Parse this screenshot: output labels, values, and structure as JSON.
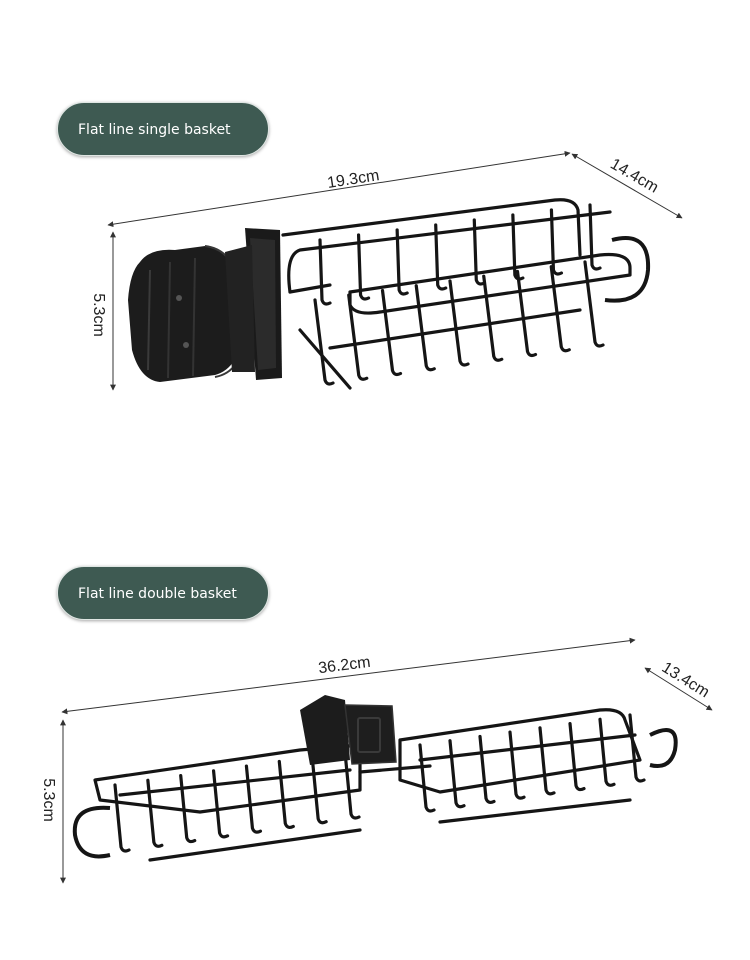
{
  "section_single": {
    "label": "Flat line single basket",
    "width_label": "19.3cm",
    "depth_label": "14.4cm",
    "height_label": "5.3cm"
  },
  "section_double": {
    "label": "Flat line double basket",
    "width_label": "36.2cm",
    "depth_label": "13.4cm",
    "height_label": "5.3cm"
  },
  "colors": {
    "pill_background": "#3e5a52",
    "pill_text": "#ffffff",
    "product": "#151515",
    "dimension_lines": "#333333"
  }
}
